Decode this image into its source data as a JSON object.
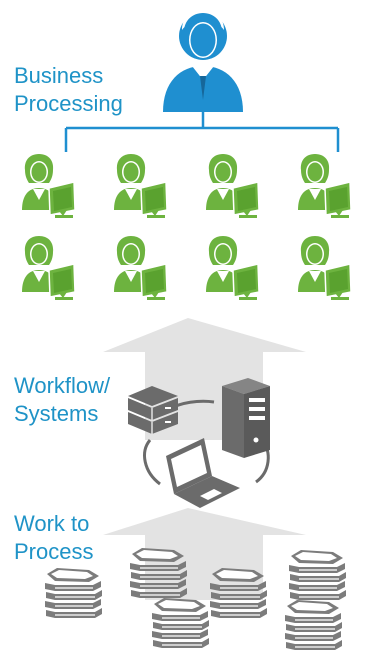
{
  "colors": {
    "manager_blue": "#1f8fd0",
    "worker_green": "#6db33f",
    "label_blue": "#1f93c7",
    "system_gray": "#6b6b6b",
    "arrow_gray": "#e3e3e3"
  },
  "labels": {
    "business": [
      "Business",
      "Processing"
    ],
    "workflow": [
      "Workflow/",
      "Systems"
    ],
    "work": [
      "Work to",
      "Process"
    ]
  },
  "icons": {
    "manager": "manager-icon",
    "worker": "worker-at-computer-icon",
    "server": "server-icon",
    "database": "database-stack-icon",
    "laptop": "laptop-icon",
    "paper_stack": "paper-stack-icon"
  }
}
